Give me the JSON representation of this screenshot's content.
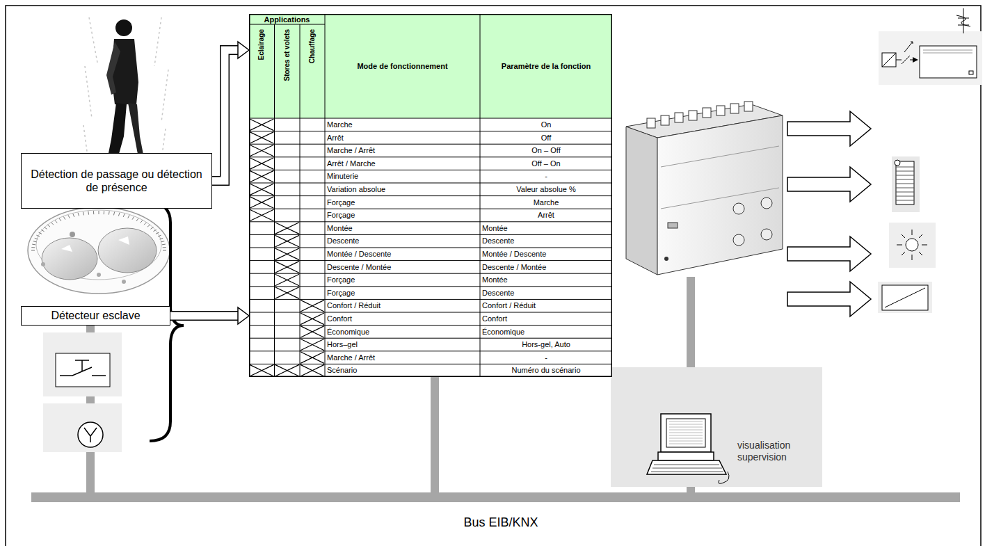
{
  "diagram": {
    "nodes": [
      {
        "text": [
          "Détection de passage ou détection de présence"
        ]
      },
      {
        "text": [
          "Applications",
          "Eclairage",
          "Stores et volets",
          "Chauffage",
          "Mode de fonctionnement",
          "Paramètre de la fonction"
        ]
      },
      {
        "text": [
          "Détecteur esclave"
        ]
      },
      {
        "text": [
          "visualisation supervision"
        ]
      }
    ],
    "edges": [
      {
        "from": 0,
        "to": 1,
        "arrow": "to"
      },
      {
        "from": 2,
        "to": 1,
        "arrow": "to"
      }
    ],
    "labels": [
      "Marche",
      "On",
      "Arrêt",
      "Off",
      "Marche / Arrêt",
      "On – Off",
      "Arrêt / Marche",
      "Off – On",
      "Minuterie",
      "-",
      "Variation absolue",
      "Valeur absolue %",
      "Forçage",
      "Marche",
      "Forçage",
      "Arrêt",
      "Montée",
      "Montée",
      "Descente",
      "Descente",
      "Montée / Descente",
      "Montée / Descente",
      "Descente / Montée",
      "Descente / Montée",
      "Forçage",
      "Montée",
      "Forçage",
      "Descente",
      "Confort / Réduit",
      "Confort / Réduit",
      "Confort",
      "Confort",
      "Économique",
      "Économique",
      "Hors–gel",
      "Hors-gel, Auto",
      "Marche / Arrêt",
      "-",
      "Scénario",
      "Numéro du scénario",
      "Bus EIB/KNX"
    ]
  }
}
